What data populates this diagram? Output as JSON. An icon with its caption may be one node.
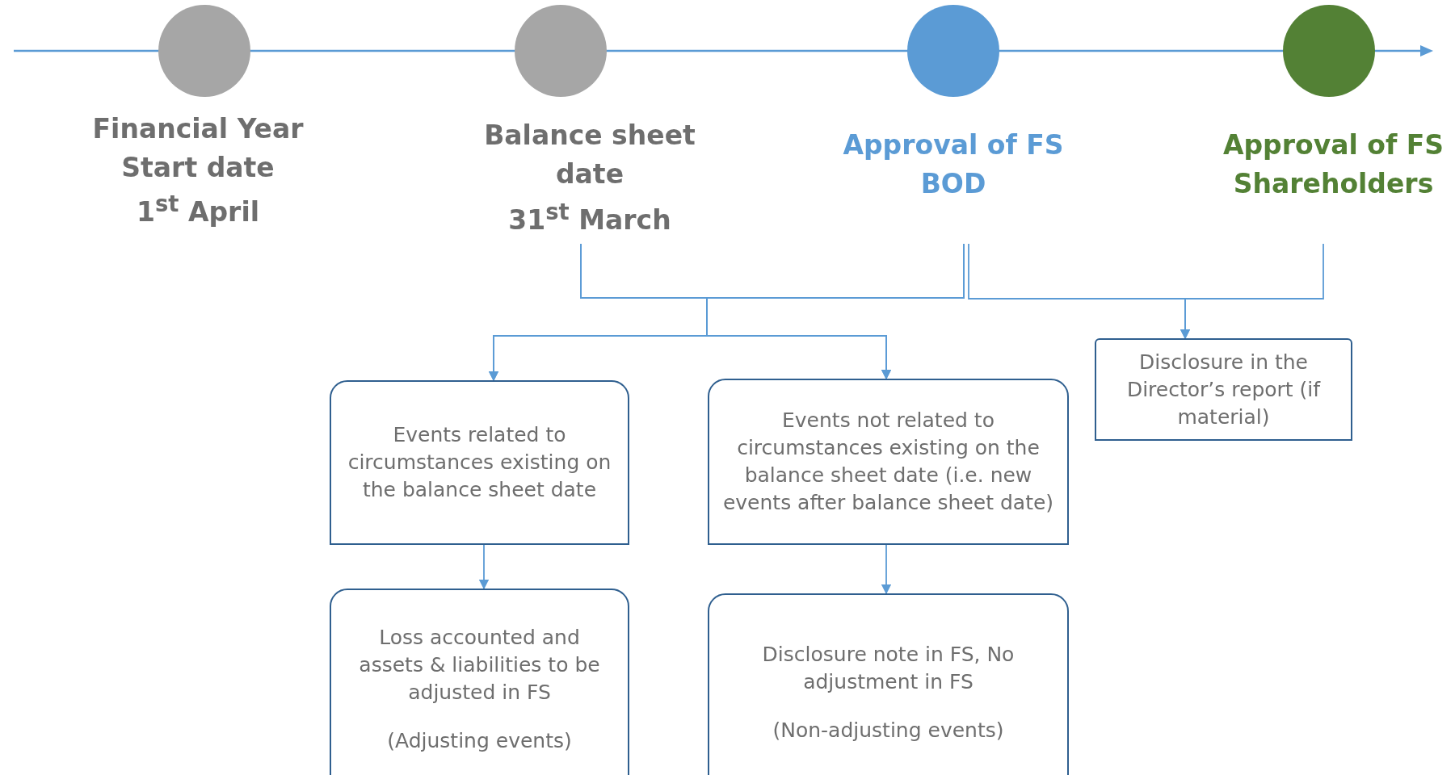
{
  "diagram": {
    "nodes": [
      {
        "text": [
          "Financial Year Start date",
          "1$^{st}$ April"
        ]
      },
      {
        "text": [
          "Balance sheet date",
          "31$^{st}$ March"
        ]
      },
      {
        "text": [
          "Approval of FS BOD"
        ]
      },
      {
        "text": [
          "Approval of FS Shareholders"
        ]
      },
      {
        "text": [
          "Events related to circumstances existing on the balance sheet date"
        ]
      },
      {
        "text": [
          "Events not related to circumstances existing on the balance sheet date (i.e. new events after balance sheet date)"
        ]
      },
      {
        "text": [
          "Disclosure in the Director’s report (if material)"
        ]
      },
      {
        "text": [
          "Loss accounted and assets & liabilities to be adjusted in FS",
          "(Adjusting events)"
        ]
      },
      {
        "text": [
          "Disclosure note in FS, No adjustment in FS",
          "(Non-adjusting events)"
        ]
      }
    ],
    "edges": [
      {
        "from": 1,
        "to": 4,
        "arrow": "to"
      },
      {
        "from": 1,
        "to": 5,
        "arrow": "to"
      },
      {
        "from": 2,
        "to": 4,
        "arrow": "to"
      },
      {
        "from": 2,
        "to": 5,
        "arrow": "to"
      },
      {
        "from": 2,
        "to": 6,
        "arrow": "to"
      },
      {
        "from": 3,
        "to": 6,
        "arrow": "to"
      },
      {
        "from": 4,
        "to": 7,
        "arrow": "to"
      },
      {
        "from": 5,
        "to": 8,
        "arrow": "to"
      }
    ]
  }
}
